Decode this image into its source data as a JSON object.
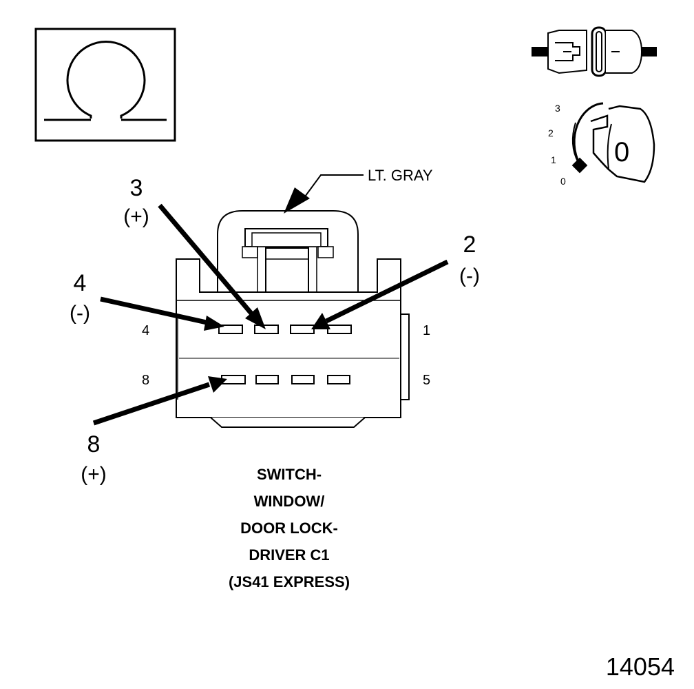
{
  "wire_color_label": "LT. GRAY",
  "callouts": [
    {
      "number": "3",
      "polarity": "(+)"
    },
    {
      "number": "2",
      "polarity": "(-)"
    },
    {
      "number": "4",
      "polarity": "(-)"
    },
    {
      "number": "8",
      "polarity": "(+)"
    }
  ],
  "pin_labels": {
    "top_left": "4",
    "top_right": "1",
    "bottom_left": "8",
    "bottom_right": "5"
  },
  "key_positions": [
    "3",
    "2",
    "1",
    "0"
  ],
  "key_face_label": "0",
  "title_lines": [
    "SWITCH-",
    "WINDOW/",
    "DOOR LOCK-",
    "DRIVER C1",
    "(JS41 EXPRESS)"
  ],
  "figure_number": "14054",
  "icons": [
    "ohmmeter-icon",
    "connector-side-view-icon",
    "ignition-key-icon"
  ]
}
